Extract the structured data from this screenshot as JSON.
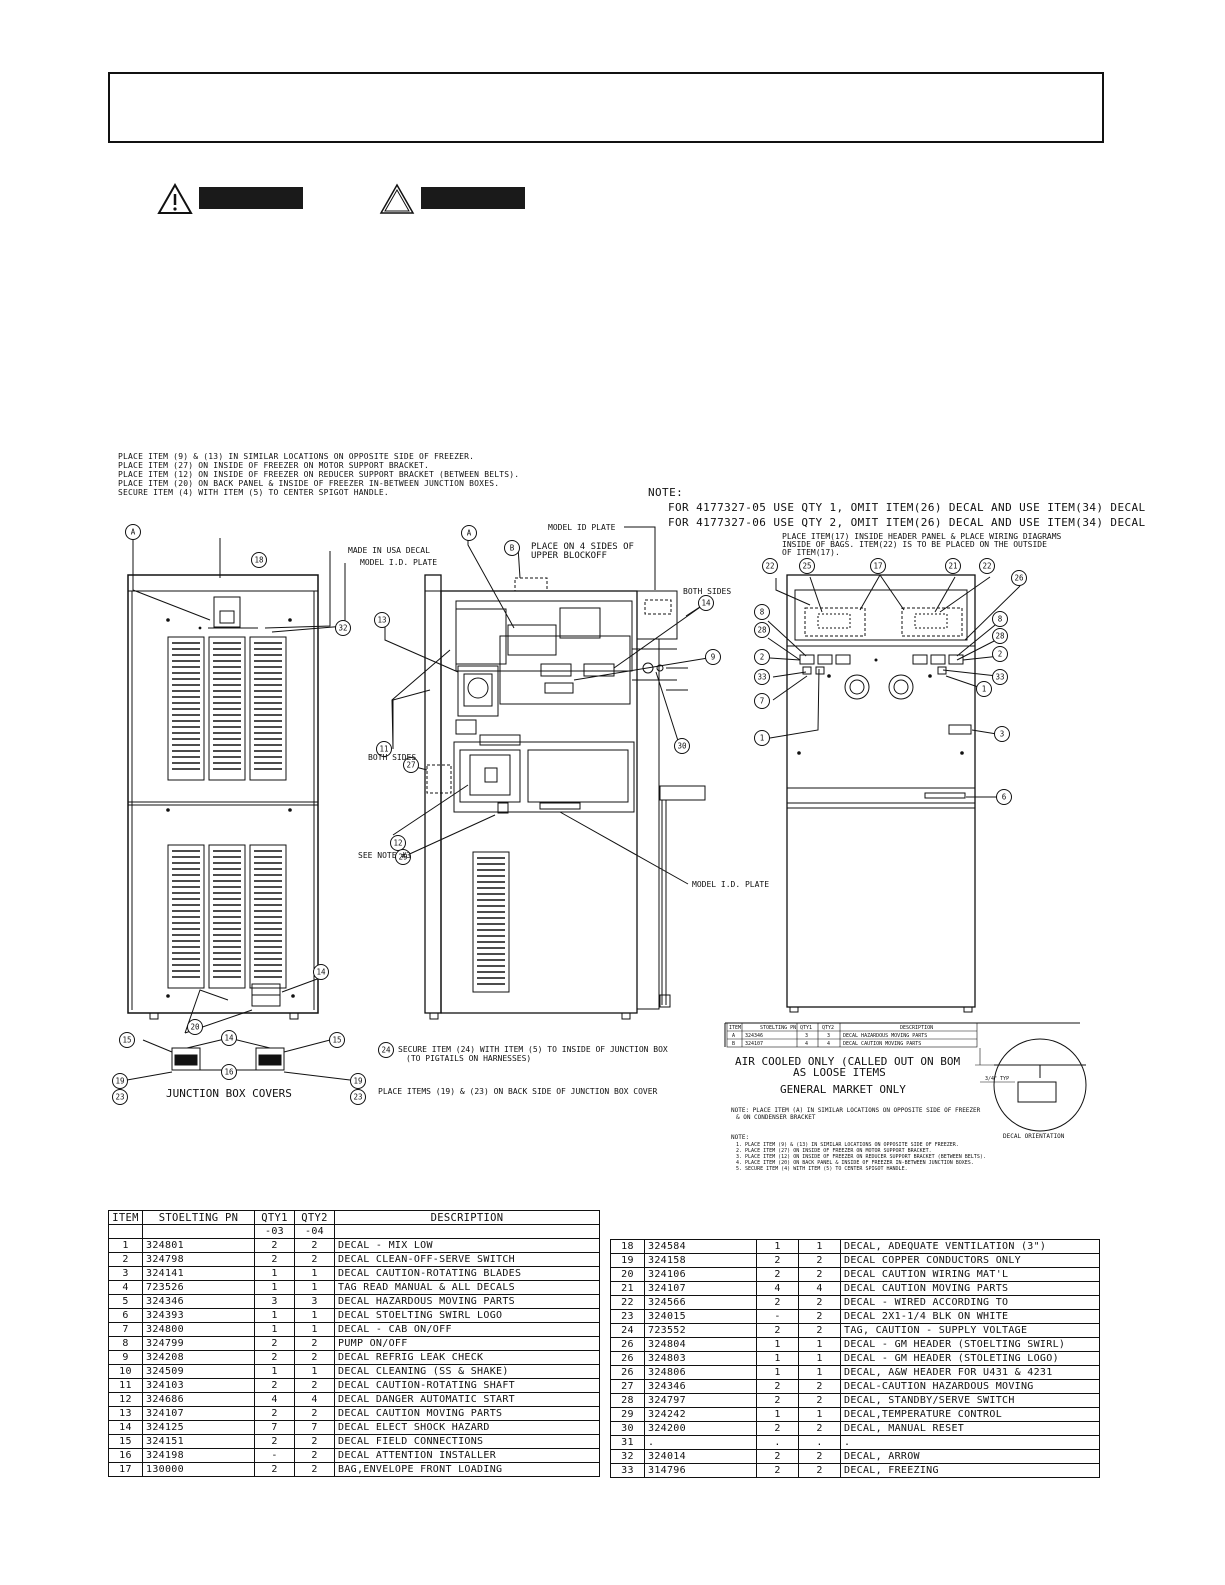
{
  "warnings": {
    "icon1": "warning-exclamation-icon",
    "icon2": "caution-triangle-icon"
  },
  "notes_left": [
    "PLACE ITEM (9) & (13) IN SIMILAR LOCATIONS ON OPPOSITE SIDE OF FREEZER.",
    "PLACE ITEM (27) ON INSIDE OF FREEZER ON MOTOR SUPPORT BRACKET.",
    "PLACE ITEM (12) ON INSIDE OF FREEZER ON REDUCER SUPPORT BRACKET (BETWEEN BELTS).",
    "PLACE ITEM (20) ON BACK PANEL & INSIDE OF FREEZER IN-BETWEEN JUNCTION BOXES.",
    "SECURE ITEM (4) WITH ITEM (5) TO CENTER SPIGOT HANDLE."
  ],
  "note_right": {
    "label": "NOTE:",
    "line1": "FOR 4177327-05 USE QTY 1, OMIT ITEM(26) DECAL AND USE ITEM(34) DECAL",
    "line2": "FOR 4177327-06 USE QTY 2, OMIT ITEM(26) DECAL AND USE ITEM(34) DECAL"
  },
  "drawing_labels": {
    "made_in_usa": "MADE IN USA DECAL",
    "model_id_plate_left": "MODEL I.D. PLATE",
    "model_id_plate_top": "MODEL ID PLATE",
    "place_on_4_sides_1": "PLACE ON 4 SIDES OF",
    "place_on_4_sides_2": "UPPER BLOCKOFF",
    "both_sides_top": "BOTH SIDES",
    "both_sides_left": "BOTH SIDES",
    "see_note_3": "SEE NOTE #3",
    "model_id_plate_bottom": "MODEL I.D. PLATE",
    "header_note_1": "PLACE ITEM(17) INSIDE HEADER PANEL & PLACE WIRING DIAGRAMS",
    "header_note_2": "INSIDE OF BAGS.  ITEM(22) IS TO BE PLACED ON THE OUTSIDE",
    "header_note_3": "OF ITEM(17).",
    "junction_box_covers": "JUNCTION BOX COVERS",
    "secure_24_1": "SECURE ITEM (24) WITH ITEM (5) TO INSIDE OF JUNCTION BOX",
    "secure_24_2": "(TO PIGTAILS ON HARNESSES)",
    "place_19_23": "PLACE ITEMS (19) & (23) ON BACK SIDE OF JUNCTION BOX COVER",
    "air_cooled_1": "AIR COOLED ONLY (CALLED OUT ON BOM",
    "air_cooled_2": "AS LOOSE ITEMS",
    "general_market": "GENERAL MARKET ONLY",
    "small_note_1": "NOTE:  PLACE ITEM (A) IN SIMILAR LOCATIONS ON OPPOSITE SIDE OF FREEZER",
    "small_note_2": "& ON CONDENSER BRACKET",
    "dim_label": "3/4\" TYP",
    "decal_orientation": "DECAL ORIENTATION",
    "note_label": "NOTE:",
    "note_lines": [
      "1. PLACE ITEM (9) & (13) IN SIMILAR LOCATIONS ON OPPOSITE SIDE OF FREEZER.",
      "2. PLACE ITEM (27) ON INSIDE OF FREEZER ON MOTOR SUPPORT BRACKET.",
      "3. PLACE ITEM (12) ON INSIDE OF FREEZER ON REDUCER SUPPORT BRACKET (BETWEEN BELTS).",
      "4. PLACE ITEM (20) ON BACK PANEL & INSIDE OF FREEZER IN-BETWEEN JUNCTION BOXES.",
      "5. SECURE ITEM (4) WITH ITEM (5) TO CENTER SPIGOT HANDLE."
    ]
  },
  "mini_table": {
    "headers": [
      "ITEM",
      "STOELTING PN",
      "QTY1",
      "QTY2",
      "DESCRIPTION"
    ],
    "rows": [
      [
        "A",
        "324346",
        "3",
        "3",
        "DECAL HAZARDOUS MOVING PARTS"
      ],
      [
        "B",
        "324107",
        "4",
        "4",
        "DECAL CAUTION MOVING PARTS"
      ]
    ]
  },
  "balloons_left": [
    "A",
    "18",
    "15",
    "14",
    "20",
    "14",
    "15",
    "19",
    "23",
    "16",
    "19",
    "23"
  ],
  "balloons_mid": [
    "A",
    "B",
    "13",
    "32",
    "14",
    "9",
    "11",
    "27",
    "30",
    "12",
    "29",
    "24"
  ],
  "balloons_right": [
    "22",
    "25",
    "17",
    "21",
    "22",
    "26",
    "8",
    "8",
    "28",
    "28",
    "2",
    "2",
    "33",
    "33",
    "7",
    "1",
    "1",
    "3",
    "6"
  ],
  "parts_table_left": {
    "headers": [
      "ITEM",
      "STOELTING PN",
      "QTY1",
      "QTY2",
      "DESCRIPTION"
    ],
    "subheader": [
      "",
      "",
      "-03",
      "-04",
      ""
    ],
    "rows": [
      [
        "1",
        "324801",
        "2",
        "2",
        "DECAL - MIX LOW"
      ],
      [
        "2",
        "324798",
        "2",
        "2",
        "DECAL CLEAN-OFF-SERVE SWITCH"
      ],
      [
        "3",
        "324141",
        "1",
        "1",
        "DECAL CAUTION-ROTATING BLADES"
      ],
      [
        "4",
        "723526",
        "1",
        "1",
        "TAG READ MANUAL & ALL DECALS"
      ],
      [
        "5",
        "324346",
        "3",
        "3",
        "DECAL HAZARDOUS MOVING PARTS"
      ],
      [
        "6",
        "324393",
        "1",
        "1",
        "DECAL STOELTING SWIRL LOGO"
      ],
      [
        "7",
        "324800",
        "1",
        "1",
        "DECAL - CAB ON/OFF"
      ],
      [
        "8",
        "324799",
        "2",
        "2",
        "PUMP ON/OFF"
      ],
      [
        "9",
        "324208",
        "2",
        "2",
        "DECAL REFRIG LEAK CHECK"
      ],
      [
        "10",
        "324509",
        "1",
        "1",
        "DECAL CLEANING (SS & SHAKE)"
      ],
      [
        "11",
        "324103",
        "2",
        "2",
        "DECAL CAUTION-ROTATING SHAFT"
      ],
      [
        "12",
        "324686",
        "4",
        "4",
        "DECAL DANGER AUTOMATIC START"
      ],
      [
        "13",
        "324107",
        "2",
        "2",
        "DECAL CAUTION MOVING PARTS"
      ],
      [
        "14",
        "324125",
        "7",
        "7",
        "DECAL ELECT SHOCK HAZARD"
      ],
      [
        "15",
        "324151",
        "2",
        "2",
        "DECAL FIELD CONNECTIONS"
      ],
      [
        "16",
        "324198",
        "-",
        "2",
        "DECAL ATTENTION INSTALLER"
      ],
      [
        "17",
        "130000",
        "2",
        "2",
        "BAG,ENVELOPE FRONT LOADING"
      ]
    ]
  },
  "parts_table_right": {
    "rows": [
      [
        "18",
        "324584",
        "1",
        "1",
        "DECAL, ADEQUATE VENTILATION (3\")"
      ],
      [
        "19",
        "324158",
        "2",
        "2",
        "DECAL COPPER CONDUCTORS ONLY"
      ],
      [
        "20",
        "324106",
        "2",
        "2",
        "DECAL CAUTION WIRING MAT'L"
      ],
      [
        "21",
        "324107",
        "4",
        "4",
        "DECAL CAUTION MOVING PARTS"
      ],
      [
        "22",
        "324566",
        "2",
        "2",
        "DECAL - WIRED ACCORDING TO"
      ],
      [
        "23",
        "324015",
        "-",
        "2",
        "DECAL 2X1-1/4 BLK ON WHITE"
      ],
      [
        "24",
        "723552",
        "2",
        "2",
        "TAG, CAUTION - SUPPLY VOLTAGE"
      ],
      [
        "26",
        "324804",
        "1",
        "1",
        "DECAL - GM HEADER (STOELTING SWIRL)"
      ],
      [
        "26",
        "324803",
        "1",
        "1",
        "DECAL - GM HEADER (STOLETING LOGO)"
      ],
      [
        "26",
        "324806",
        "1",
        "1",
        "DECAL, A&W HEADER FOR U431 & 4231"
      ],
      [
        "27",
        "324346",
        "2",
        "2",
        "DECAL-CAUTION HAZARDOUS MOVING"
      ],
      [
        "28",
        "324797",
        "2",
        "2",
        "DECAL, STANDBY/SERVE SWITCH"
      ],
      [
        "29",
        "324242",
        "1",
        "1",
        "DECAL,TEMPERATURE CONTROL"
      ],
      [
        "30",
        "324200",
        "2",
        "2",
        "DECAL, MANUAL RESET"
      ],
      [
        "31",
        ".",
        ".",
        ".",
        "."
      ],
      [
        "32",
        "324014",
        "2",
        "2",
        "DECAL, ARROW"
      ],
      [
        "33",
        "314796",
        "2",
        "2",
        "DECAL, FREEZING"
      ]
    ]
  }
}
